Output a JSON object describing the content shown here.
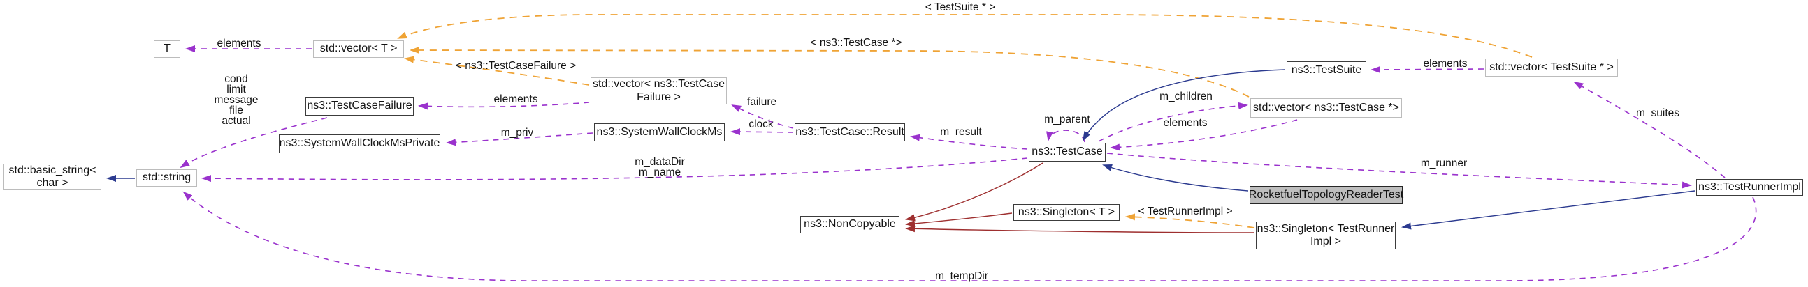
{
  "diagram": {
    "type": "collaboration-graph",
    "focus_class": "RocketfuelTopologyReaderTest",
    "colors": {
      "member_edge": "#9a32cd",
      "template_edge": "#efa335",
      "public_inheritance_edge": "#2b3a8f",
      "private_inheritance_edge": "#9e2f2f",
      "external_node_border": "#bcbcbc",
      "class_node_border": "#3c3c3c",
      "focus_node_fill": "#bebebe",
      "background": "#ffffff"
    }
  },
  "nodes": {
    "t": "T",
    "vector_t": "std::vector< T >",
    "test_case_failure": "ns3::TestCaseFailure",
    "vector_test_case_failure": "std::vector< ns3::TestCase\nFailure >",
    "system_wall_clock_ms_private": "ns3::SystemWallClockMsPrivate",
    "system_wall_clock_ms": "ns3::SystemWallClockMs",
    "test_case_result": "ns3::TestCase::Result",
    "test_case": "ns3::TestCase",
    "test_suite": "ns3::TestSuite",
    "vector_test_case_ptr": "std::vector< ns3::TestCase *>",
    "vector_test_suite_ptr": "std::vector< TestSuite * >",
    "basic_string": "std::basic_string<\nchar >",
    "string": "std::string",
    "focus": "RocketfuelTopologyReaderTest",
    "non_copyable": "ns3::NonCopyable",
    "singleton_t": "ns3::Singleton< T >",
    "singleton_test_runner_impl": "ns3::Singleton< TestRunner\nImpl >",
    "test_runner_impl": "ns3::TestRunnerImpl"
  },
  "edge_labels": {
    "elements_t": "elements",
    "template_test_suite_ptr": "< TestSuite * >",
    "template_test_case_ptr": "< ns3::TestCase *>",
    "template_test_case_failure": "< ns3::TestCaseFailure >",
    "failure_fields": "cond\nlimit\nmessage\nfile\nactual",
    "elements_failure": "elements",
    "failure": "failure",
    "m_priv": "m_priv",
    "clock": "clock",
    "m_result": "m_result",
    "m_parent": "m_parent",
    "m_children": "m_children",
    "elements_test_case": "elements",
    "elements_test_suite": "elements",
    "m_suites": "m_suites",
    "m_data_dir_name": "m_dataDir\nm_name",
    "m_runner": "m_runner",
    "template_test_runner_impl": "< TestRunnerImpl >",
    "m_temp_dir": "m_tempDir"
  }
}
